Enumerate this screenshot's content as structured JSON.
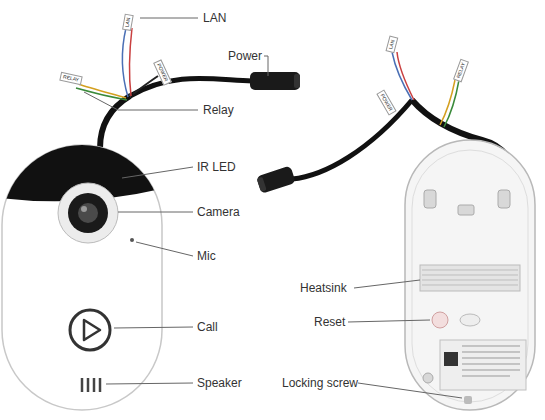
{
  "diagram": {
    "labels": [
      "LAN",
      "Power",
      "Relay",
      "IR LED",
      "Camera",
      "Mic",
      "Call",
      "Speaker",
      "Heatsink",
      "Reset",
      "Locking screw",
      "LAN",
      "RELAY",
      "POWER",
      "POWER",
      "LAN",
      "RELAY"
    ]
  }
}
